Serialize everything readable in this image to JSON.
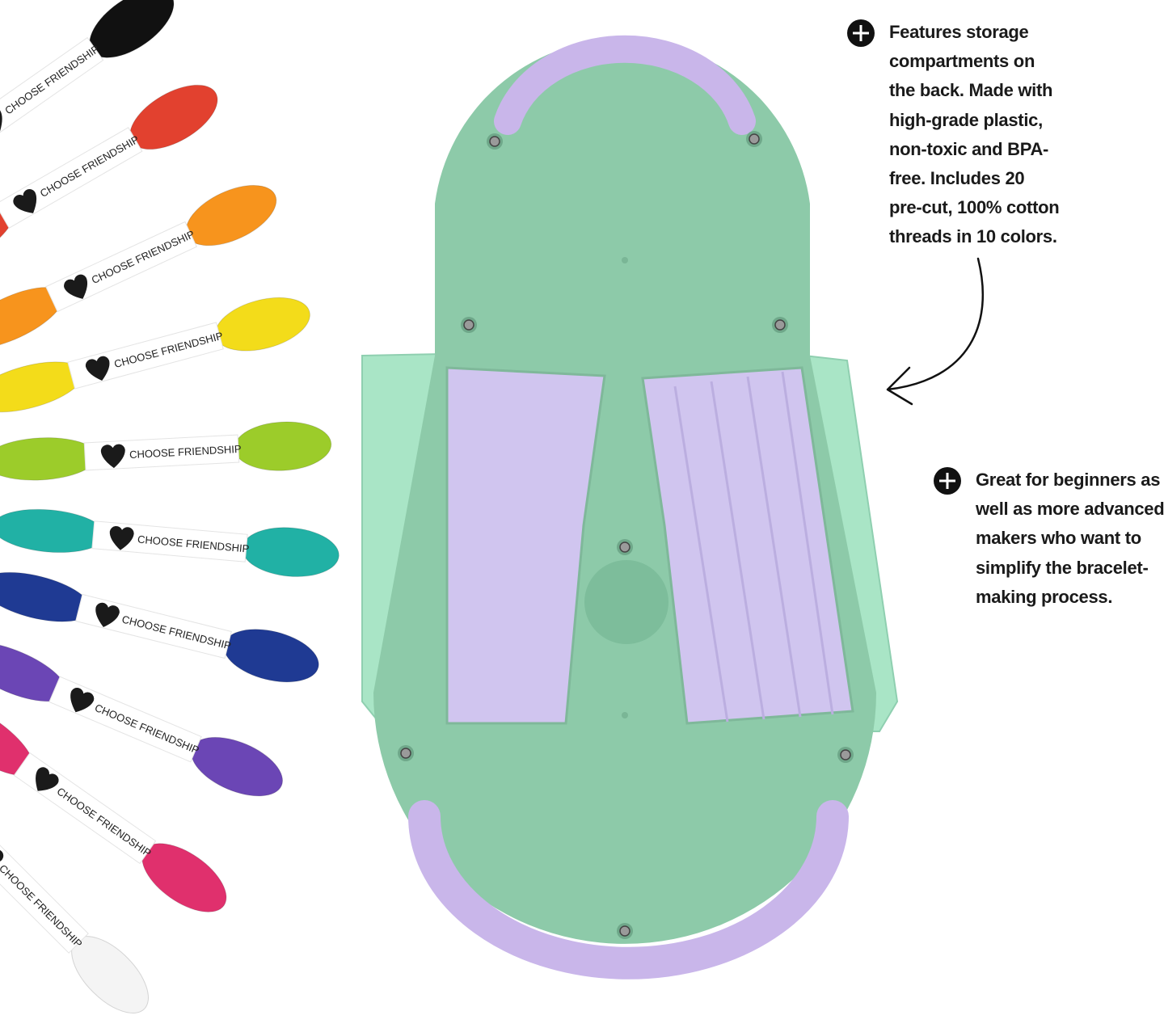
{
  "features": [
    {
      "lines": [
        "Features storage",
        "compartments on",
        "the back. Made with",
        "high-grade plastic,",
        "non-toxic and BPA-",
        "free. Includes 20",
        "pre-cut, 100% cotton",
        "threads in 10 colors."
      ]
    },
    {
      "lines": [
        "Great for beginners as",
        "well as more advanced",
        "makers who want to",
        "simplify the bracelet-",
        "making process."
      ]
    }
  ],
  "thread_label": "CHOOSE FRIENDSHIP",
  "thread_colors": [
    "#111111",
    "#e2412f",
    "#f7941d",
    "#f3dc1a",
    "#9ccc2a",
    "#21b1a5",
    "#1f3a93",
    "#6b46b5",
    "#e0306d",
    "#f4f4f4"
  ],
  "colors": {
    "loom_green": "#8cc9a9",
    "loom_flap": "#a8e6c6",
    "compartment_purple": "#cfc3ee",
    "arc_purple": "#c9b6ea"
  }
}
